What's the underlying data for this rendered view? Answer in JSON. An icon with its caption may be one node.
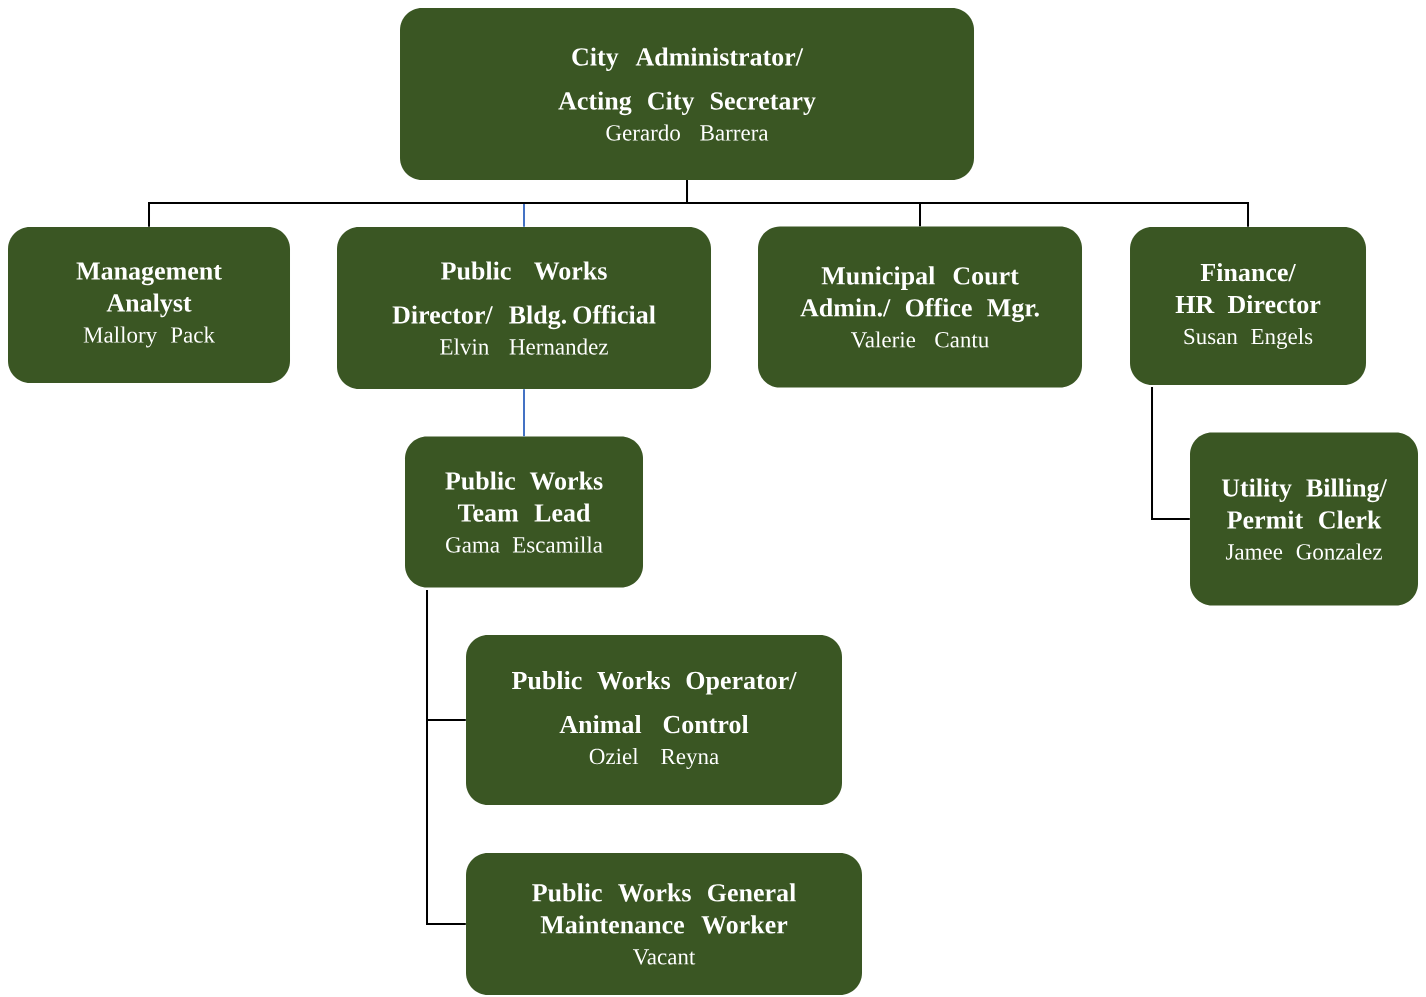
{
  "diagram": {
    "nodes": [
      {
        "text": [
          "City Administrator/ Acting City Secretary",
          "Gerardo Barrera"
        ]
      },
      {
        "text": [
          "Management Analyst",
          "Mallory Pack"
        ]
      },
      {
        "text": [
          "Public Works Director/ Bldg. Official",
          "Elvin Hernandez"
        ]
      },
      {
        "text": [
          "Municipal Court Admin./ Office Mgr.",
          "Valerie Cantu"
        ]
      },
      {
        "text": [
          "Finance/ HR Director",
          "Susan Engels"
        ]
      },
      {
        "text": [
          "Public Works Team Lead",
          "Gama Escamilla"
        ]
      },
      {
        "text": [
          "Utility Billing/ Permit Clerk",
          "Jamee Gonzalez"
        ]
      },
      {
        "text": [
          "Public Works Operator/ Animal Control",
          "Oziel Reyna"
        ]
      },
      {
        "text": [
          "Public Works General Maintenance Worker",
          "Vacant"
        ]
      }
    ],
    "edges": [
      {
        "from": 0,
        "to": 1,
        "arrow": "none"
      },
      {
        "from": 0,
        "to": 2,
        "arrow": "none",
        "color": "#4472c4"
      },
      {
        "from": 0,
        "to": 3,
        "arrow": "none"
      },
      {
        "from": 0,
        "to": 4,
        "arrow": "none"
      },
      {
        "from": 2,
        "to": 5,
        "arrow": "none",
        "color": "#4472c4"
      },
      {
        "from": 4,
        "to": 6,
        "arrow": "none"
      },
      {
        "from": 5,
        "to": 7,
        "arrow": "none"
      },
      {
        "from": 5,
        "to": 8,
        "arrow": "none"
      }
    ]
  }
}
